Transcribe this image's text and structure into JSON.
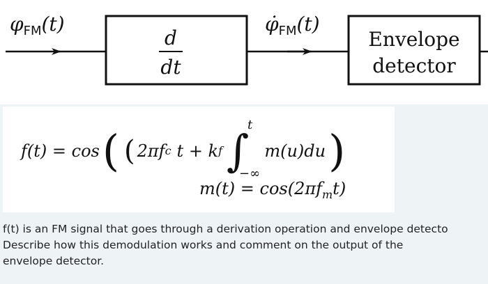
{
  "diagram": {
    "input_signal": "φ",
    "input_sub": "FM",
    "input_arg": "(t)",
    "block1": {
      "numerator": "d",
      "denominator": "dt"
    },
    "mid_signal": "φ̇",
    "mid_sub": "FM",
    "mid_arg": "(t)",
    "block2": {
      "line1": "Envelope",
      "line2": "detector"
    }
  },
  "equations": {
    "eq1_lhs": "f(t) = cos",
    "eq1_arg": "2πf",
    "eq1_arg_sub": "c",
    "eq1_arg_rest": "t + k",
    "eq1_k_sub": "f",
    "eq1_int_upper": "t",
    "eq1_int_lower": "−∞",
    "eq1_integrand": "m(u)du",
    "eq2": "m(t) = cos(2πf",
    "eq2_sub": "m",
    "eq2_rest": "t)"
  },
  "question": {
    "line1": "f(t) is an FM signal that goes through a derivation operation and envelope detecto",
    "line2": "Describe how this demodulation works and comment on the output of the",
    "line3": "envelope detector."
  }
}
